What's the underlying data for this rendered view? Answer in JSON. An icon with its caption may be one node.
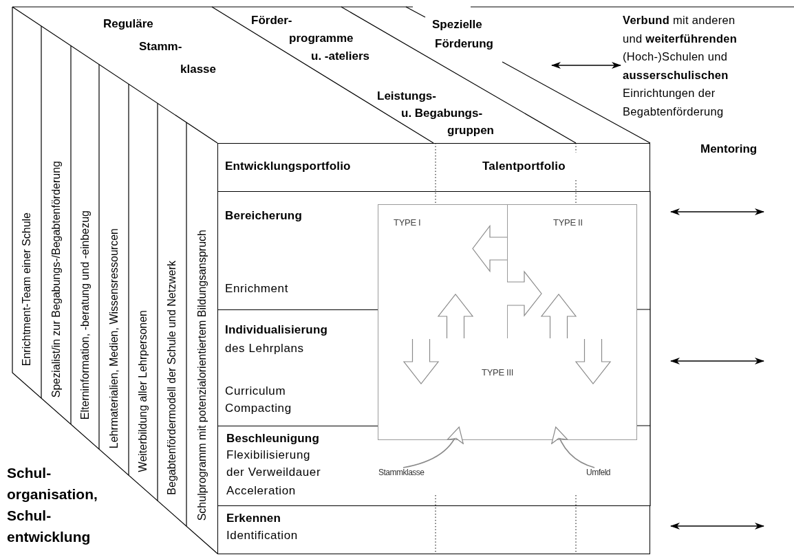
{
  "diagram": {
    "nodes": [
      {
        "text": [
          "Reguläre Stamm- klasse"
        ]
      },
      {
        "text": [
          "Förder- programme u. -ateliers"
        ]
      },
      {
        "text": [
          "Spezielle Förderung"
        ]
      },
      {
        "text": [
          "Leistungs- u. Begabungs- gruppen"
        ]
      },
      {
        "text": [
          "**Verbund** mit anderen und **weiterführenden** (Hoch-)Schulen und **ausserschulischen** Einrichtungen der Begabtenförderung"
        ]
      },
      {
        "text": [
          "Enrichtment-Team einer Schule"
        ]
      },
      {
        "text": [
          "Spezialist/in zur Begabungs-/Begabtenförderung"
        ]
      },
      {
        "text": [
          "Elterninformation, -beratung und -einbezug"
        ]
      },
      {
        "text": [
          "Lehrmaterialien, Medien, Wissensressourcen"
        ]
      },
      {
        "text": [
          "Weiterbildung aller Lehrpersonen"
        ]
      },
      {
        "text": [
          "Begabtenfördermodell der Schule und Netzwerk"
        ]
      },
      {
        "text": [
          "Schulprogramm mit potenzialorientiertem Bildungsanspruch"
        ]
      },
      {
        "text": [
          "Entwicklungsportfolio",
          "Talentportfolio"
        ]
      },
      {
        "text": [
          "Bereicherung",
          "Enrichment"
        ]
      },
      {
        "text": [
          "Individualisierung",
          "des Lehrplans",
          "Curriculum Compacting"
        ]
      },
      {
        "text": [
          "Beschleunigung",
          "Flexibilisierung der Verweildauer",
          "Acceleration"
        ]
      },
      {
        "text": [
          "Erkennen",
          "Identification"
        ]
      },
      {
        "text": [
          "TYPE I"
        ]
      },
      {
        "text": [
          "TYPE II"
        ]
      },
      {
        "text": [
          "TYPE III"
        ]
      },
      {
        "text": [
          "Stammklasse"
        ]
      },
      {
        "text": [
          "Umfeld"
        ]
      }
    ],
    "edges": [
      {
        "from": 18,
        "to": 17,
        "arrow": "to"
      },
      {
        "from": 17,
        "to": 18,
        "arrow": "to"
      },
      {
        "from": 19,
        "to": 17,
        "arrow": "to"
      },
      {
        "from": 19,
        "to": 18,
        "arrow": "to"
      },
      {
        "from": 17,
        "to": 19,
        "arrow": "to"
      },
      {
        "from": 18,
        "to": 19,
        "arrow": "to"
      },
      {
        "from": 20,
        "to": 19,
        "arrow": "to"
      },
      {
        "from": 21,
        "to": 19,
        "arrow": "to"
      },
      {
        "from": null,
        "to": 4,
        "arrow": "both",
        "color": "#000000"
      }
    ],
    "labels": [
      "Mentoring",
      "Schul- organisation, Schul- entwicklung"
    ]
  }
}
